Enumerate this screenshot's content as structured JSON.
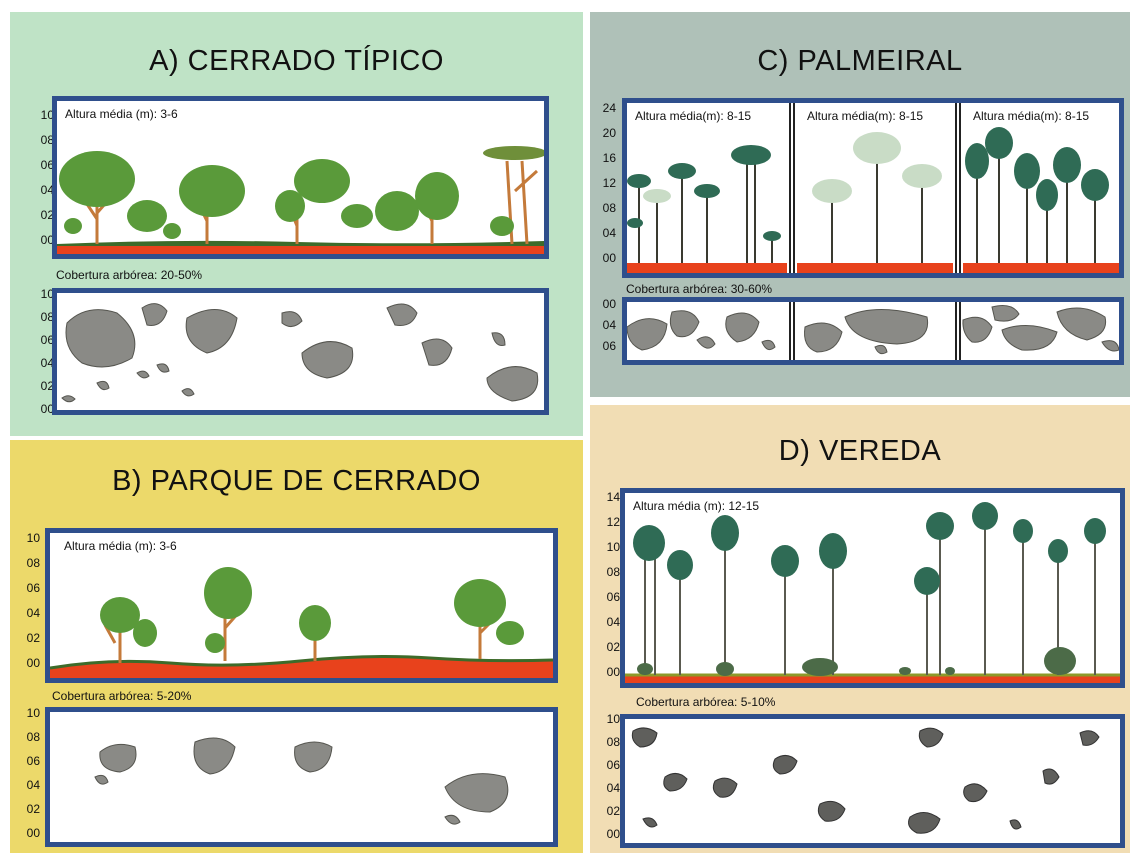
{
  "panels": {
    "a": {
      "title": "A) CERRADO TÍPICO",
      "height_label": "Altura média (m): 3-6",
      "cover_label": "Cobertura arbórea: 20-50%",
      "profile_ticks": [
        "10",
        "08",
        "06",
        "04",
        "02",
        "00"
      ],
      "cover_ticks": [
        "10",
        "08",
        "06",
        "04",
        "02",
        "00"
      ],
      "background": "#bfe3c6"
    },
    "b": {
      "title": "B) PARQUE DE CERRADO",
      "height_label": "Altura média (m): 3-6",
      "cover_label": "Cobertura arbórea: 5-20%",
      "profile_ticks": [
        "10",
        "08",
        "06",
        "04",
        "02",
        "00"
      ],
      "cover_ticks": [
        "10",
        "08",
        "06",
        "04",
        "02",
        "00"
      ],
      "background": "#ecd96a"
    },
    "c": {
      "title": "C) PALMEIRAL",
      "height_labels": [
        "Altura média(m): 8-15",
        "Altura média(m): 8-15",
        "Altura média(m): 8-15"
      ],
      "cover_label": "Cobertura arbórea: 30-60%",
      "profile_ticks": [
        "24",
        "20",
        "16",
        "12",
        "08",
        "04",
        "00"
      ],
      "cover_ticks": [
        "00",
        "04",
        "06"
      ],
      "background": "#afc1b8"
    },
    "d": {
      "title": "D) VEREDA",
      "height_label": "Altura média (m): 12-15",
      "cover_label": "Cobertura arbórea: 5-10%",
      "profile_ticks": [
        "14",
        "12",
        "10",
        "08",
        "06",
        "04",
        "02",
        "00"
      ],
      "cover_ticks": [
        "10",
        "08",
        "06",
        "04",
        "02",
        "00"
      ],
      "background": "#f1ddb4"
    }
  },
  "colors": {
    "frame": "#2f4f8c",
    "soil": "#e8421c",
    "grass": "#3d6b2a",
    "tree_crown": "#5a9a3a",
    "trunk": "#c47a3a",
    "palm": "#2f6b55",
    "canopy_patch": "#8a8a86",
    "vereda_patch": "#5f5f5c"
  }
}
